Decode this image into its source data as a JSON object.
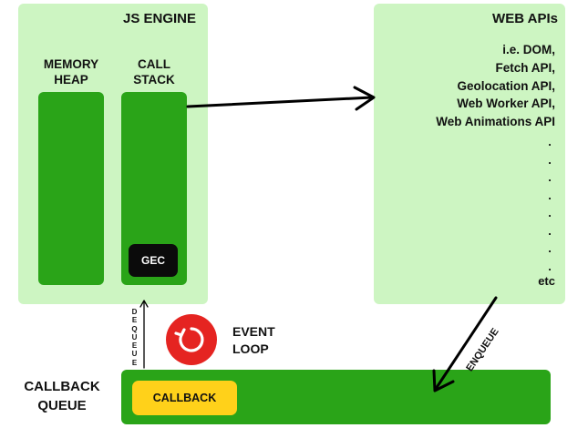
{
  "js_engine": {
    "title": "JS ENGINE",
    "memory_heap": [
      "MEMORY",
      "HEAP"
    ],
    "call_stack": [
      "CALL",
      "STACK"
    ],
    "gec": "GEC"
  },
  "web_apis": {
    "title": "WEB APIs",
    "items": [
      "i.e. DOM,",
      "Fetch API,",
      "Geolocation API,",
      "Web Worker API,",
      "Web Animations API"
    ],
    "dots": [
      ".",
      ".",
      ".",
      ".",
      ".",
      ".",
      ".",
      "."
    ],
    "etc": "etc"
  },
  "callback_queue": {
    "label": [
      "CALLBACK",
      "QUEUE"
    ],
    "item": "CALLBACK"
  },
  "event_loop": {
    "label": [
      "EVENT",
      "LOOP"
    ]
  },
  "arrows": {
    "dequeue": [
      "D",
      "E",
      "Q",
      "U",
      "E",
      "U",
      "E"
    ],
    "enqueue": "ENQUEUE"
  },
  "colors": {
    "panel": "#cdf5c2",
    "green": "#2aa418",
    "callback": "#ffd11a",
    "event_loop": "#e52421",
    "gec": "#0b0b0b"
  }
}
